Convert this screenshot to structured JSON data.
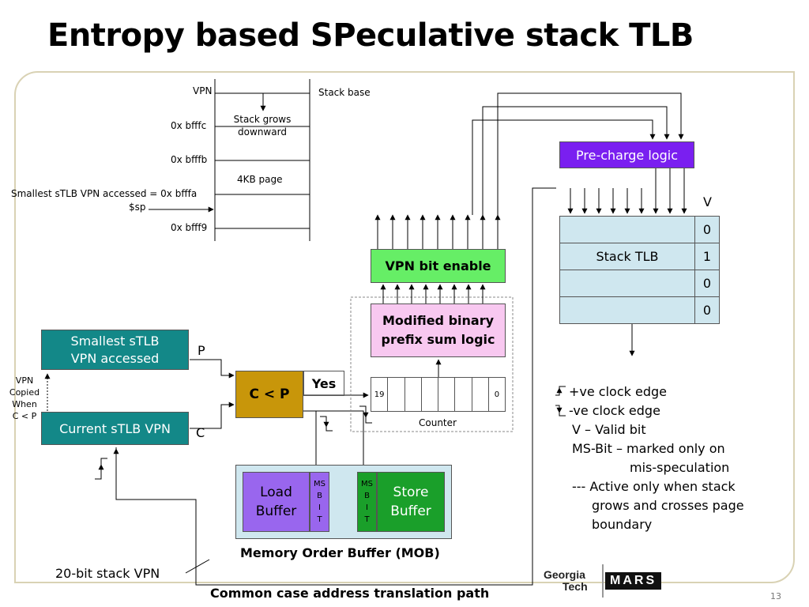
{
  "title": "Entropy based SPeculative stack TLB",
  "stack": {
    "vpn_header": "VPN",
    "stack_base": "Stack base",
    "grows_line1": "Stack grows",
    "grows_line2": "downward",
    "page_label": "4KB page",
    "addr1": "0x bfffc",
    "addr2": "0x bfffb",
    "smallest_line": "Smallest sTLB VPN accessed = 0x bfffa",
    "sp": "$sp",
    "addr4": "0x bfff9"
  },
  "blocks": {
    "smallest_line1": "Smallest sTLB",
    "smallest_line2": "VPN accessed",
    "current": "Current sTLB VPN",
    "p_label": "P",
    "c_label": "C",
    "compare": "C < P",
    "yes": "Yes",
    "vpn_copied": [
      "VPN",
      "Copied",
      "When",
      "C < P"
    ],
    "vpn_bit_enable": "VPN bit enable",
    "prefix_line1": "Modified binary",
    "prefix_line2": "prefix sum logic",
    "counter_high": "19",
    "counter_low": "0",
    "counter": "Counter",
    "precharge": "Pre-charge logic",
    "v_header": "V",
    "stack_tlb": "Stack TLB",
    "valid_bits": [
      "0",
      "1",
      "0",
      "0"
    ],
    "load_line1": "Load",
    "load_line2": "Buffer",
    "store_line1": "Store",
    "store_line2": "Buffer",
    "msbit": [
      "MS",
      "B",
      "I",
      "T"
    ],
    "mob": "Memory Order Buffer (MOB)"
  },
  "legend": {
    "pos_edge": "+ve clock edge",
    "neg_edge": "-ve clock edge",
    "valid": "V – Valid bit",
    "msbit1": "MS-Bit – marked only on",
    "msbit2": "mis-speculation",
    "active1": "--- Active only when stack",
    "active2": "grows and crosses page",
    "active3": "boundary"
  },
  "footer": {
    "stack_vpn": "20-bit stack VPN",
    "common_case": "Common case address translation path",
    "page_number": "13",
    "logo_georgia": "Georgia",
    "logo_tech": "Tech",
    "logo_mars": "MARS"
  },
  "colors": {
    "teal": "#138888",
    "green": "#66ee66",
    "pink": "#f8c8f0",
    "purple": "#7a1ff0",
    "gold": "#c8960a",
    "tlb": "#cfe7ef",
    "load": "#9966ee",
    "store": "#1a9f2a"
  }
}
